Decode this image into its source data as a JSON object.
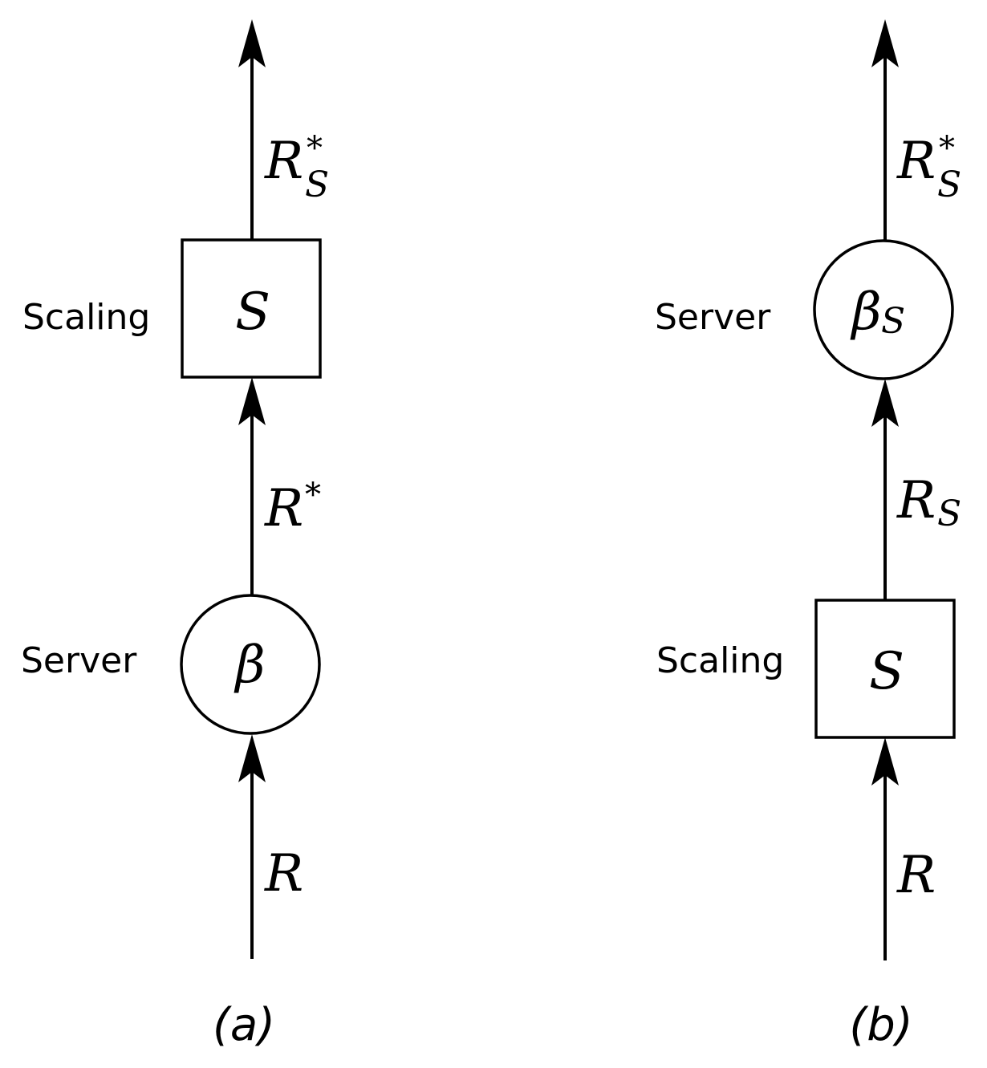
{
  "colors": {
    "stroke": "#000000",
    "background": "#ffffff"
  },
  "panel_a": {
    "caption": "(a)",
    "scaling_label": "Scaling",
    "scaling_symbol": "S",
    "server_label": "Server",
    "server_symbol": "β",
    "input_label": "R",
    "mid_label_base": "R",
    "mid_label_sup": "*",
    "output_label_base": "R",
    "output_label_sub": "S",
    "output_label_sup": "*"
  },
  "panel_b": {
    "caption": "(b)",
    "scaling_label": "Scaling",
    "scaling_symbol": "S",
    "server_label": "Server",
    "server_symbol_base": "β",
    "server_symbol_sub": "S",
    "input_label": "R",
    "mid_label_base": "R",
    "mid_label_sub": "S",
    "output_label_base": "R",
    "output_label_sub": "S",
    "output_label_sup": "*"
  }
}
